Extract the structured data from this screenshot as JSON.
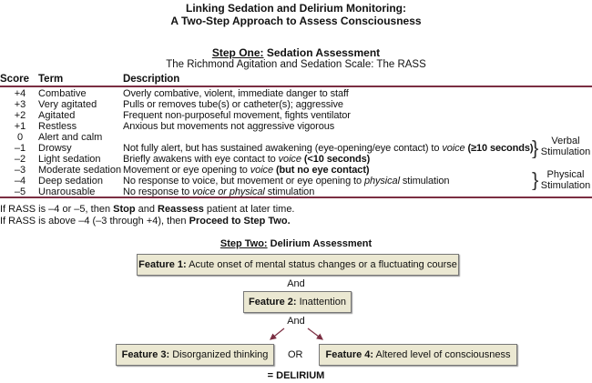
{
  "title": {
    "line1": "Linking Sedation and Delirium Monitoring:",
    "line2": "A Two-Step Approach to Assess Consciousness"
  },
  "step_one": {
    "label": "Step One:",
    "heading": "Sedation Assessment",
    "subtitle": "The Richmond Agitation and Sedation Scale: The RASS"
  },
  "table": {
    "headers": {
      "score": "Score",
      "term": "Term",
      "description": "Description"
    },
    "rows": [
      {
        "score": "+4",
        "term": "Combative",
        "description": [
          {
            "t": "Overly combative, violent, immediate danger to staff"
          }
        ]
      },
      {
        "score": "+3",
        "term": "Very agitated",
        "description": [
          {
            "t": "Pulls or removes tube(s) or catheter(s); aggressive"
          }
        ]
      },
      {
        "score": "+2",
        "term": "Agitated",
        "description": [
          {
            "t": "Frequent non-purposeful movement, fights ventilator"
          }
        ]
      },
      {
        "score": "+1",
        "term": "Restless",
        "description": [
          {
            "t": "Anxious but movements not aggressive vigorous"
          }
        ]
      },
      {
        "score": "0",
        "term": "Alert and calm",
        "description": []
      },
      {
        "score": "–1",
        "term": "Drowsy",
        "description": [
          {
            "t": "Not fully alert, but has sustained awakening (eye-opening/eye contact) to "
          },
          {
            "t": "voice",
            "s": "i"
          },
          {
            "t": " "
          },
          {
            "t": "(≥10 seconds)",
            "s": "b"
          }
        ]
      },
      {
        "score": "–2",
        "term": "Light sedation",
        "description": [
          {
            "t": "Briefly awakens with eye contact to "
          },
          {
            "t": "voice",
            "s": "i"
          },
          {
            "t": " "
          },
          {
            "t": "(<10 seconds)",
            "s": "b"
          }
        ]
      },
      {
        "score": "–3",
        "term": "Moderate sedation",
        "description": [
          {
            "t": "Movement or eye opening to "
          },
          {
            "t": "voice",
            "s": "i"
          },
          {
            "t": " "
          },
          {
            "t": "(but no eye contact)",
            "s": "b"
          }
        ]
      },
      {
        "score": "–4",
        "term": "Deep sedation",
        "description": [
          {
            "t": "No response to voice, but movement or eye opening to "
          },
          {
            "t": "physical",
            "s": "i"
          },
          {
            "t": " stimulation"
          }
        ]
      },
      {
        "score": "–5",
        "term": "Unarousable",
        "description": [
          {
            "t": "No response to "
          },
          {
            "t": "voice or physical",
            "s": "i"
          },
          {
            "t": " stimulation"
          }
        ]
      }
    ],
    "verbal_label": [
      "Verbal",
      "Stimulation"
    ],
    "physical_label": [
      "Physical",
      "Stimulation"
    ]
  },
  "notes": {
    "note1": [
      {
        "t": "If RASS is –4 or –5, then "
      },
      {
        "t": "Stop",
        "s": "b"
      },
      {
        "t": " and "
      },
      {
        "t": "Reassess",
        "s": "b"
      },
      {
        "t": " patient at later time."
      }
    ],
    "note2": [
      {
        "t": "If RASS is above –4 (–3 through +4), then "
      },
      {
        "t": "Proceed to Step Two.",
        "s": "b"
      }
    ]
  },
  "step_two": {
    "label": "Step Two:",
    "heading": "Delirium Assessment"
  },
  "features": {
    "f1": {
      "label": "Feature 1:",
      "text": "Acute onset of mental status changes or a fluctuating course"
    },
    "f2": {
      "label": "Feature 2:",
      "text": "Inattention"
    },
    "f3": {
      "label": "Feature 3:",
      "text": "Disorganized thinking"
    },
    "f4": {
      "label": "Feature 4:",
      "text": "Altered level of consciousness"
    },
    "and1": "And",
    "and2": "And",
    "or": "OR",
    "result": "= DELIRIUM"
  },
  "colors": {
    "rule": "#7b2e42",
    "box_fill": "#ebe8d2",
    "arrow": "#7b2e42"
  }
}
